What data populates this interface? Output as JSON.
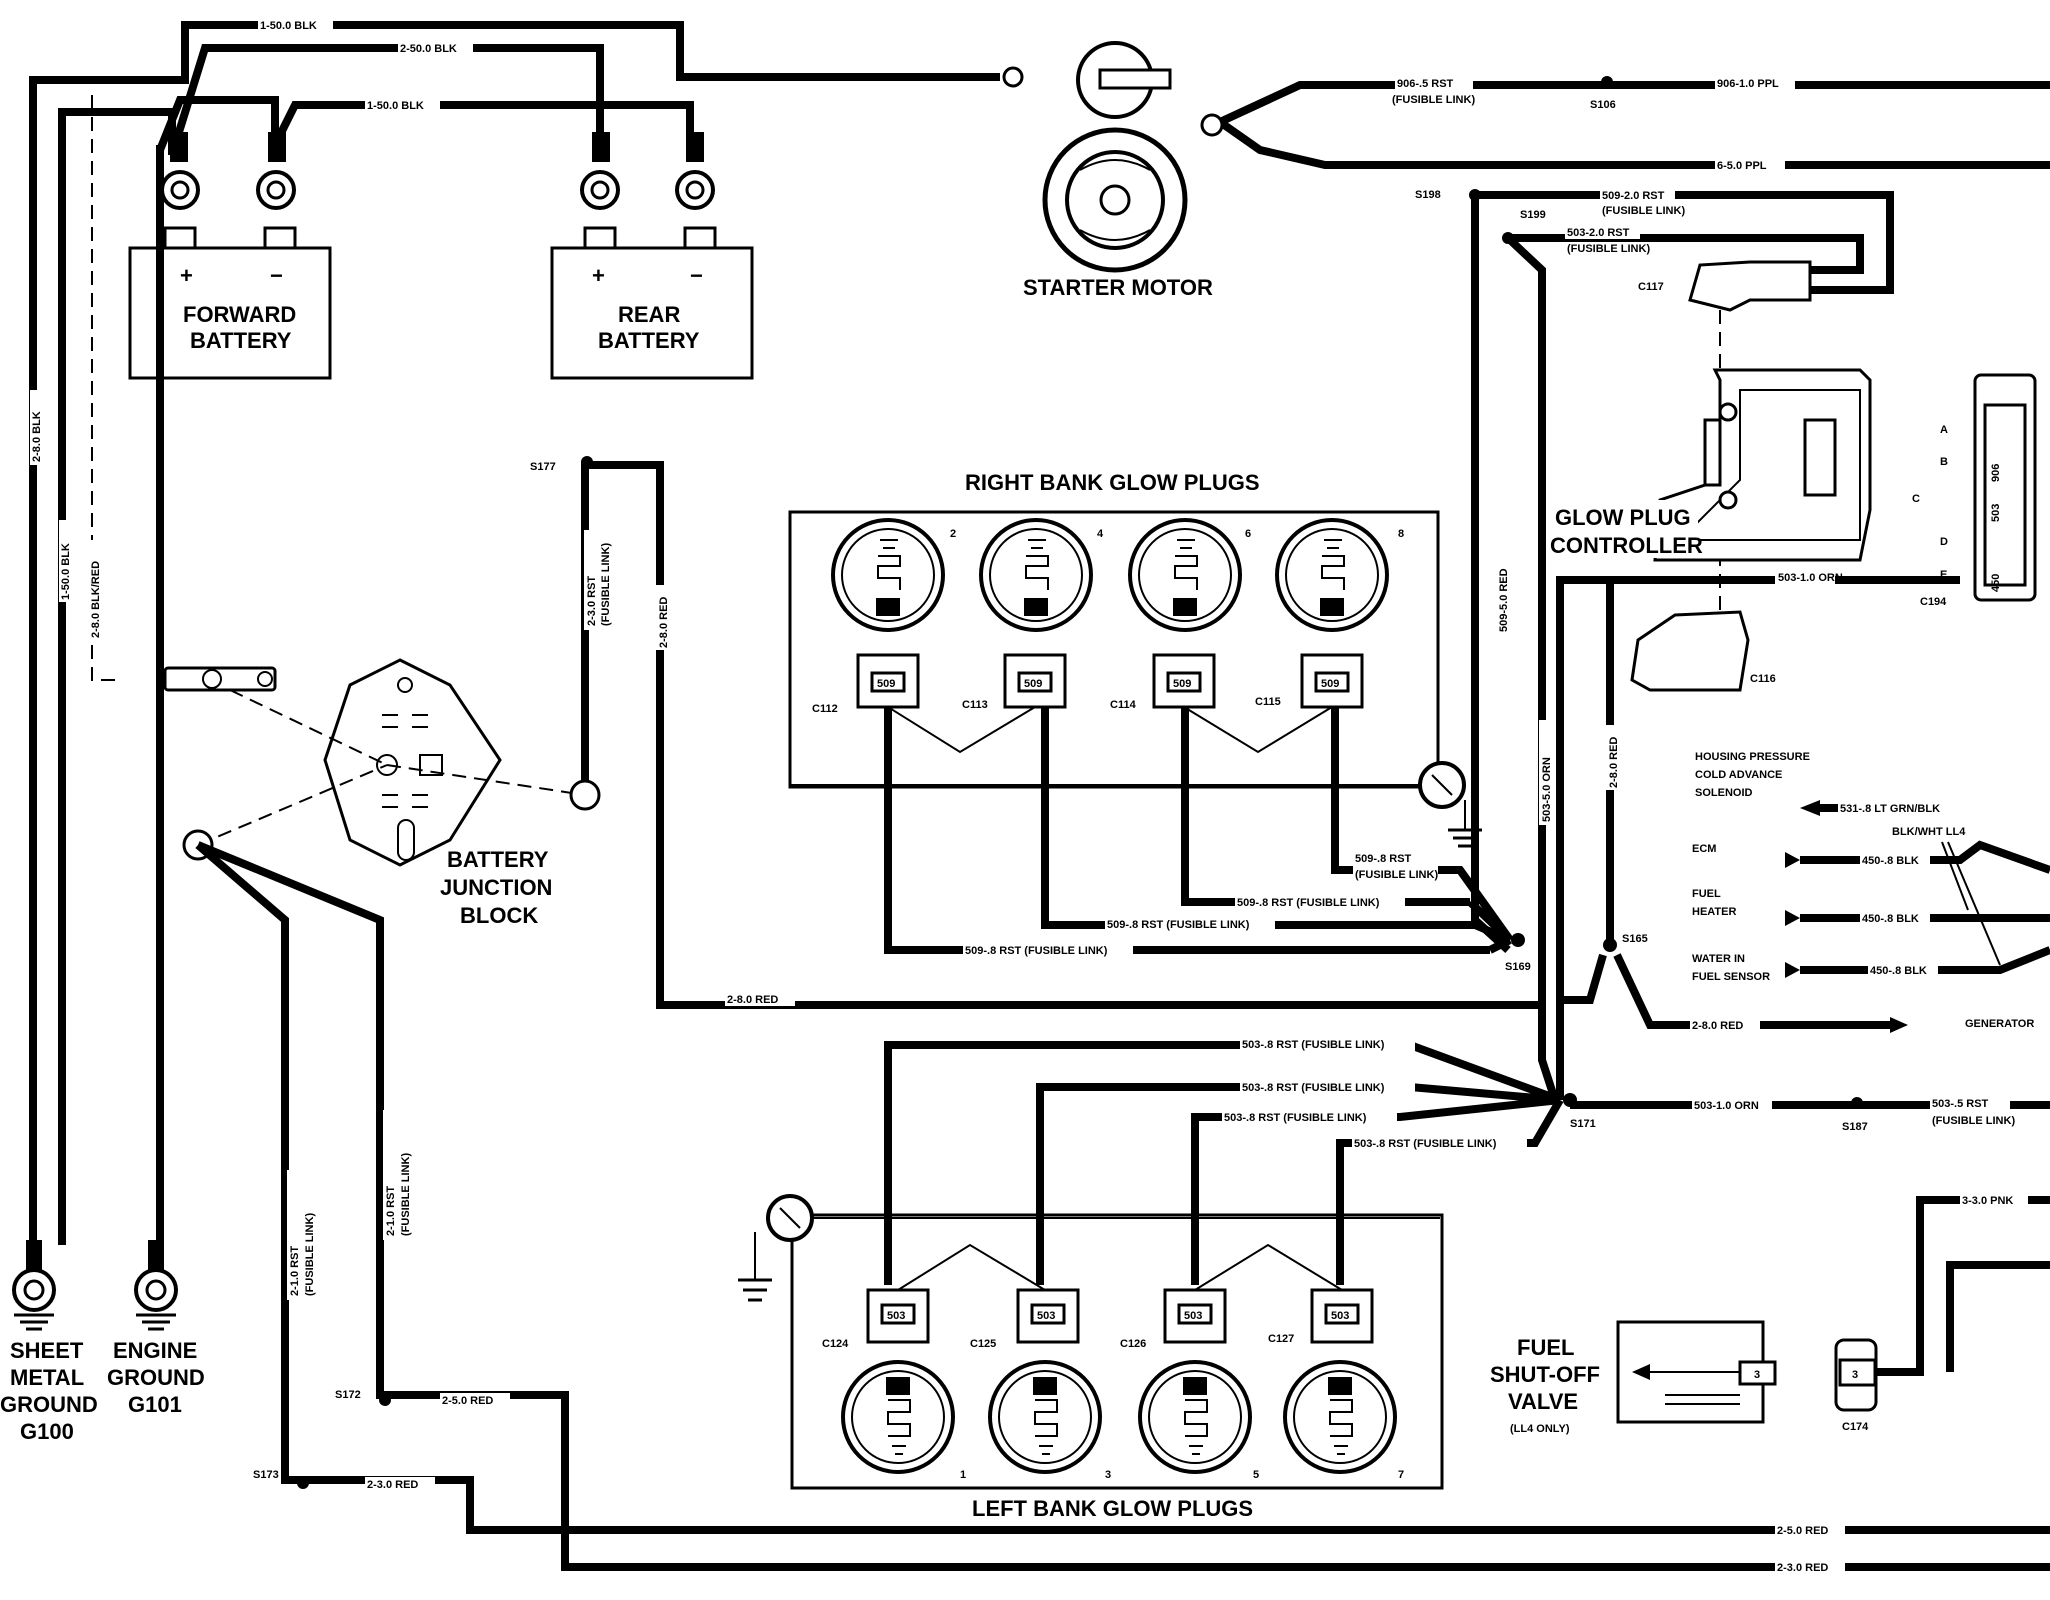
{
  "components": {
    "forward_battery": "FORWARD\nBATTERY",
    "forward_battery_l1": "FORWARD",
    "forward_battery_l2": "BATTERY",
    "rear_battery_l1": "REAR",
    "rear_battery_l2": "BATTERY",
    "starter_motor": "STARTER MOTOR",
    "battery_junction_l1": "BATTERY",
    "battery_junction_l2": "JUNCTION",
    "battery_junction_l3": "BLOCK",
    "right_bank": "RIGHT BANK GLOW PLUGS",
    "left_bank": "LEFT BANK GLOW PLUGS",
    "glow_ctrl_l1": "GLOW PLUG",
    "glow_ctrl_l2": "CONTROLLER",
    "fuel_valve_l1": "FUEL",
    "fuel_valve_l2": "SHUT-OFF",
    "fuel_valve_l3": "VALVE",
    "fuel_valve_note": "(LL4 ONLY)",
    "sheet_ground_l1": "SHEET",
    "sheet_ground_l2": "METAL",
    "sheet_ground_l3": "GROUND",
    "sheet_ground_l4": "G100",
    "engine_ground_l1": "ENGINE",
    "engine_ground_l2": "GROUND",
    "engine_ground_l3": "G101",
    "housing_l1": "HOUSING PRESSURE",
    "housing_l2": "COLD ADVANCE",
    "housing_l3": "SOLENOID",
    "ecm": "ECM",
    "fuel_heater_l1": "FUEL",
    "fuel_heater_l2": "HEATER",
    "water_l1": "WATER IN",
    "water_l2": "FUEL SENSOR",
    "generator": "GENERATOR"
  },
  "wires": {
    "w1": "1-50.0 BLK",
    "w2": "2-50.0 BLK",
    "w3": "1-50.0 BLK",
    "w4": "906-.5 RST",
    "w4b": "(FUSIBLE LINK)",
    "w5": "906-1.0 PPL",
    "w6": "6-5.0 PPL",
    "w7": "509-2.0 RST",
    "w7b": "(FUSIBLE LINK)",
    "w8": "503-2.0 RST",
    "w8b": "(FUSIBLE LINK)",
    "w9": "503-1.0 ORN",
    "w10": "2-8.0 BLK",
    "w11": "1-50.0 BLK",
    "w12": "2-8.0 BLK/RED",
    "w13": "2-3.0 RST",
    "w13b": "(FUSIBLE LINK)",
    "w14": "2-8.0 RED",
    "w15": "509-5.0 RED",
    "w16": "503-5.0 ORN",
    "w17": "2-8.0 RED",
    "w18": "509-.8 RST",
    "w18b": "(FUSIBLE LINK)",
    "w19": "509-.8 RST (FUSIBLE LINK)",
    "w20": "509-.8 RST (FUSIBLE LINK)",
    "w21": "509-.8 RST (FUSIBLE LINK)",
    "w22": "2-8.0 RED",
    "w23": "531-.8 LT GRN/BLK",
    "w24": "BLK/WHT LL4",
    "w25": "450-.8 BLK",
    "w26": "450-.8 BLK",
    "w27": "450-.8 BLK",
    "w28": "2-8.0 RED",
    "w29": "503-.8 RST (FUSIBLE LINK)",
    "w30": "503-.8 RST (FUSIBLE LINK)",
    "w31": "503-.8 RST (FUSIBLE LINK)",
    "w32": "503-.8 RST (FUSIBLE LINK)",
    "w33": "503-1.0 ORN",
    "w34": "503-.5 RST",
    "w34b": "(FUSIBLE LINK)",
    "w35": "3-3.0 PNK",
    "w36": "2-1.0 RST",
    "w36b": "(FUSIBLE LINK)",
    "w37": "2-1.0 RST",
    "w37b": "(FUSIBLE LINK)",
    "w38": "2-5.0 RED",
    "w39": "2-3.0 RED",
    "w40": "2-5.0 RED",
    "w41": "2-3.0 RED"
  },
  "splices": {
    "s106": "S106",
    "s198": "S198",
    "s199": "S199",
    "s177": "S177",
    "s169": "S169",
    "s165": "S165",
    "s171": "S171",
    "s187": "S187",
    "s172": "S172",
    "s173": "S173"
  },
  "connectors": {
    "c117": "C117",
    "c116": "C116",
    "c194": "C194",
    "c174": "C174",
    "c112": "C112",
    "c113": "C113",
    "c114": "C114",
    "c115": "C115",
    "c124": "C124",
    "c125": "C125",
    "c126": "C126",
    "c127": "C127"
  },
  "pins": {
    "a": "A",
    "b": "B",
    "c": "C",
    "d": "D",
    "e": "E",
    "p906": "906",
    "p503": "503",
    "p450": "450"
  },
  "plug_numbers": {
    "r1": "2",
    "r2": "4",
    "r3": "6",
    "r4": "8",
    "l1": "1",
    "l2": "3",
    "l3": "5",
    "l4": "7"
  },
  "terminal_ids": {
    "rb": "509",
    "lb": "503",
    "valve": "3",
    "c174": "3"
  },
  "battery_signs": {
    "plus": "+",
    "minus": "−"
  }
}
